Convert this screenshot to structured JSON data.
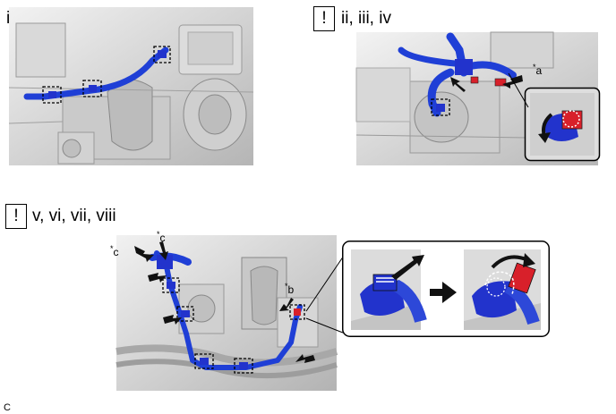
{
  "steps": {
    "step1": {
      "label": "i"
    },
    "step2": {
      "label": "ii, iii, iv",
      "caution": "!"
    },
    "step3": {
      "label": "v, vi, vii, viii",
      "caution": "!"
    }
  },
  "callouts": {
    "a": {
      "prefix": "*",
      "letter": "a"
    },
    "b": {
      "prefix": "*",
      "letter": "b"
    },
    "c1": {
      "prefix": "*",
      "letter": "c"
    },
    "c2": {
      "prefix": "*",
      "letter": "c"
    }
  },
  "figure_code": "C",
  "colors": {
    "hose": "#1f3fd6",
    "clip_blue": "#2233cc",
    "clip_red": "#d8202a",
    "engine_light": "#e6e6e6",
    "engine_mid": "#c8c8c8",
    "engine_dark": "#8c8c8c",
    "arrow": "#111111"
  }
}
